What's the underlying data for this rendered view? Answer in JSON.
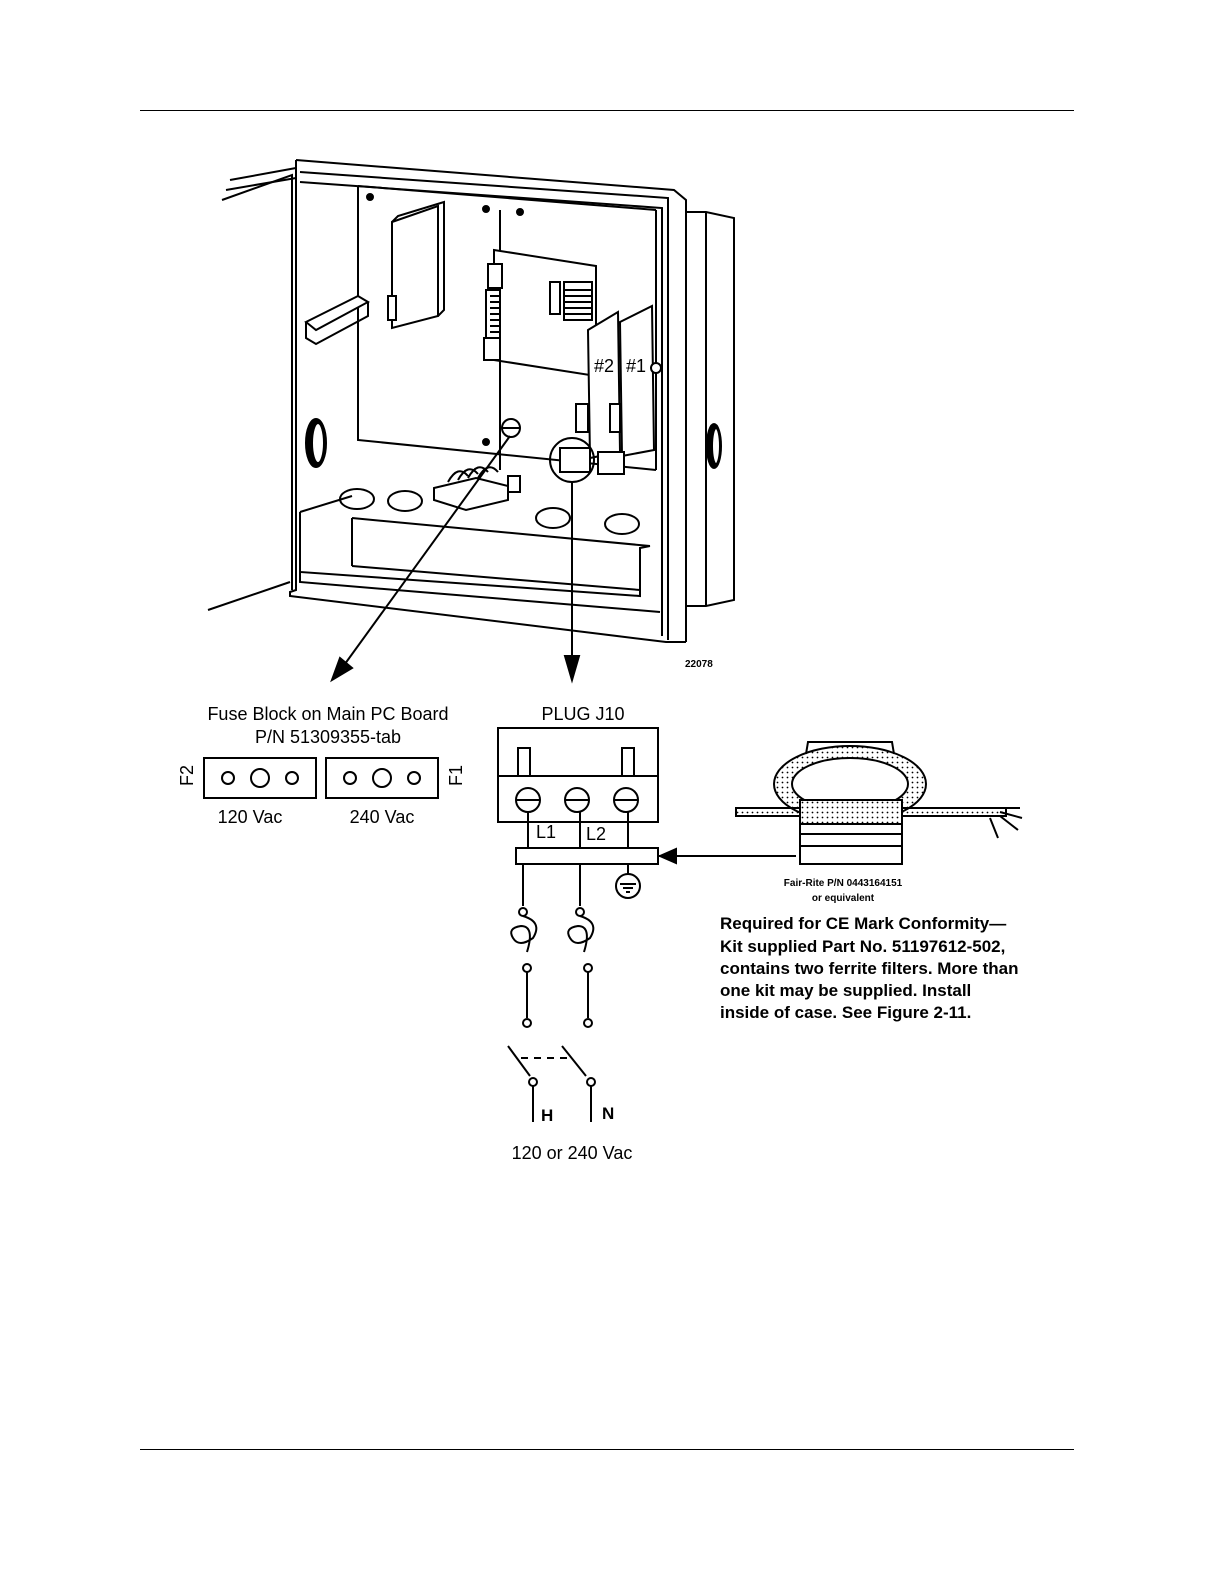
{
  "figure_id": "22078",
  "fuse_block": {
    "title_line1": "Fuse Block on Main PC Board",
    "title_line2": "P/N 51309355-tab",
    "left_label": "F2",
    "right_label": "F1",
    "voltage_left": "120 Vac",
    "voltage_right": "240 Vac"
  },
  "plug": {
    "title": "PLUG  J10",
    "terminal_l1": "L1",
    "terminal_l2": "L2"
  },
  "board_slots": {
    "slot2": "#2",
    "slot1": "#1"
  },
  "ferrite": {
    "part_line1": "Fair-Rite P/N 0443164151",
    "part_line2": "or equivalent",
    "note_lines": [
      "Required for CE Mark Conformity—",
      "Kit supplied Part No. 51197612-502,",
      "contains two ferrite filters. More than",
      "one kit may be supplied. Install",
      "inside of case. See Figure 2-11."
    ]
  },
  "supply": {
    "hot": "H",
    "neutral": "N",
    "voltage": "120  or  240  Vac"
  }
}
